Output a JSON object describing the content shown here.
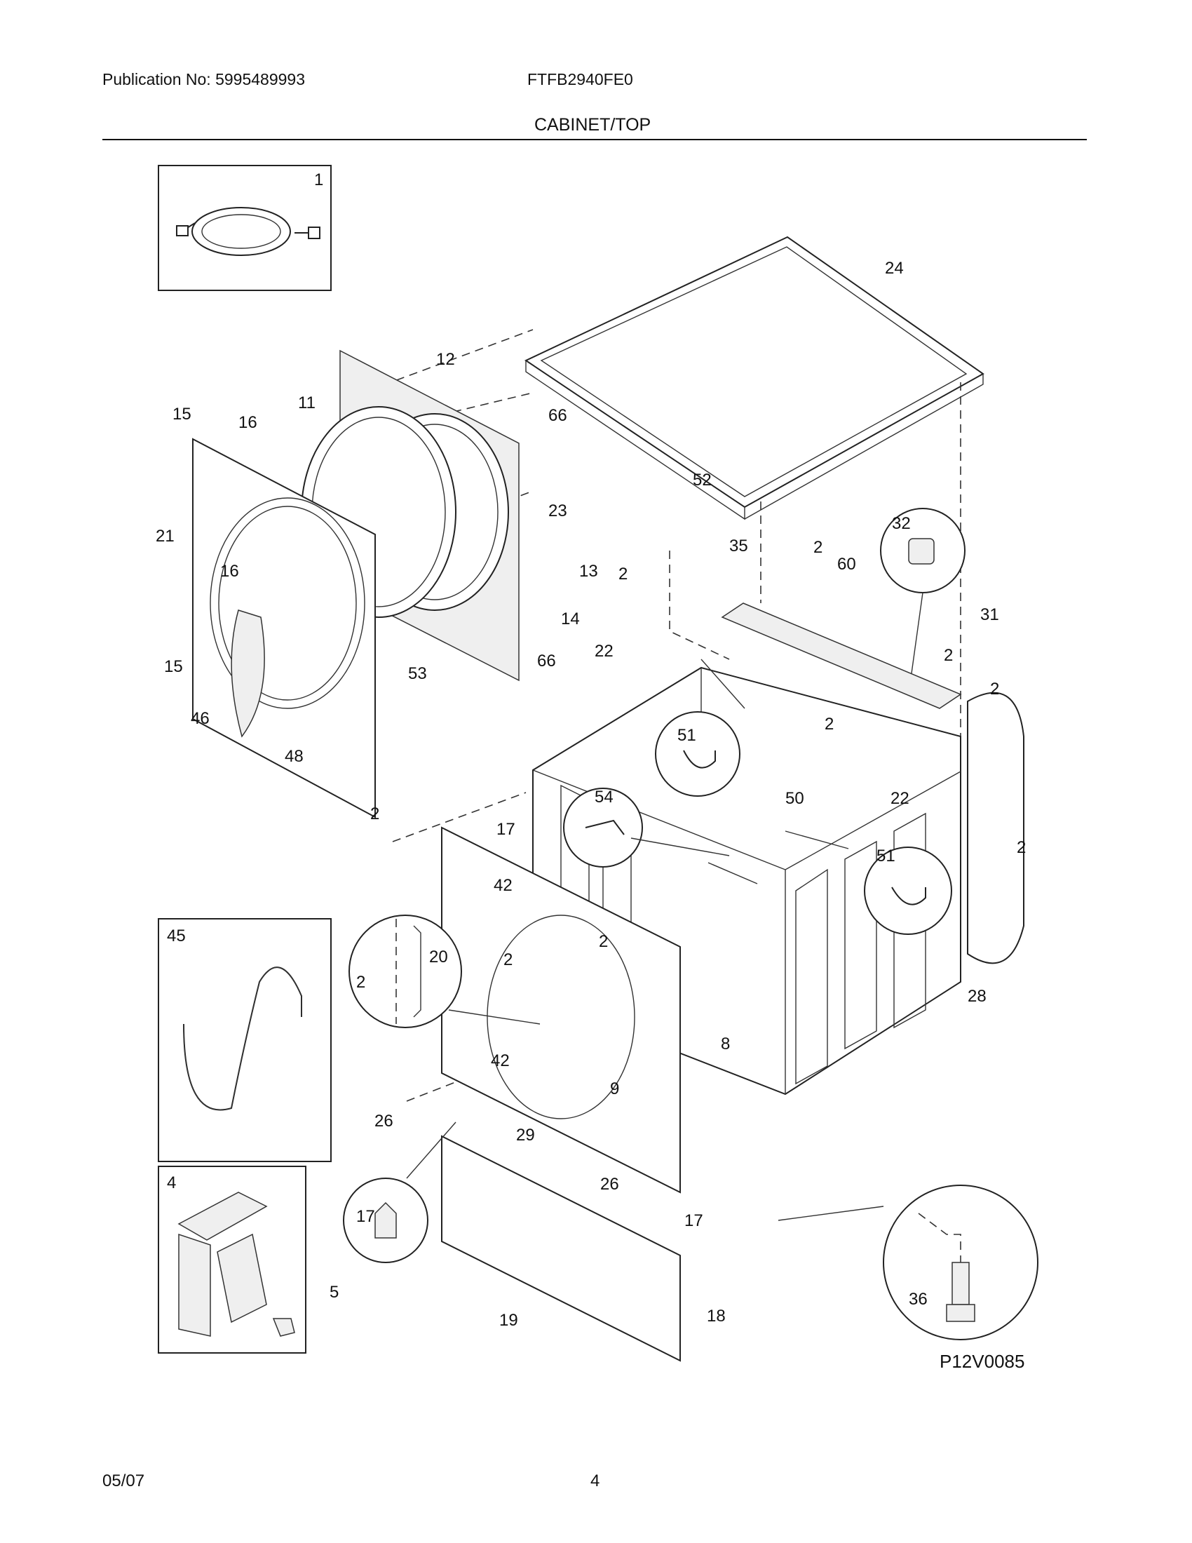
{
  "header": {
    "publication": "Publication No: 5995489993",
    "model": "FTFB2940FE0",
    "section": "CABINET/TOP"
  },
  "diagram": {
    "reference_code": "P12V0085",
    "callouts": {
      "c1": "1",
      "c4": "4",
      "c5": "5",
      "c45": "45",
      "c24": "24",
      "c12": "12",
      "c15a": "15",
      "c15b": "15",
      "c16a": "16",
      "c16b": "16",
      "c11": "11",
      "c66a": "66",
      "c66b": "66",
      "c23": "23",
      "c13": "13",
      "c14": "14",
      "c21": "21",
      "c53": "53",
      "c46": "46",
      "c48": "48",
      "c52": "52",
      "c35": "35",
      "c32": "32",
      "c2a": "2",
      "c60": "60",
      "c31": "31",
      "c2b": "2",
      "c22a": "22",
      "c2c": "2",
      "c2d": "2",
      "c51a": "51",
      "c2e": "2",
      "c50": "50",
      "c22b": "22",
      "c54": "54",
      "c51b": "51",
      "c2f": "2",
      "c28": "28",
      "c2g": "2",
      "c17a": "17",
      "c42a": "42",
      "c2h": "2",
      "c20": "20",
      "c2i": "2",
      "c2j": "2",
      "c8": "8",
      "c42b": "42",
      "c9": "9",
      "c26a": "26",
      "c29": "29",
      "c26b": "26",
      "c17b": "17",
      "c17c": "17",
      "c36": "36",
      "c18": "18",
      "c19": "19"
    }
  },
  "footer": {
    "date": "05/07",
    "page": "4"
  }
}
